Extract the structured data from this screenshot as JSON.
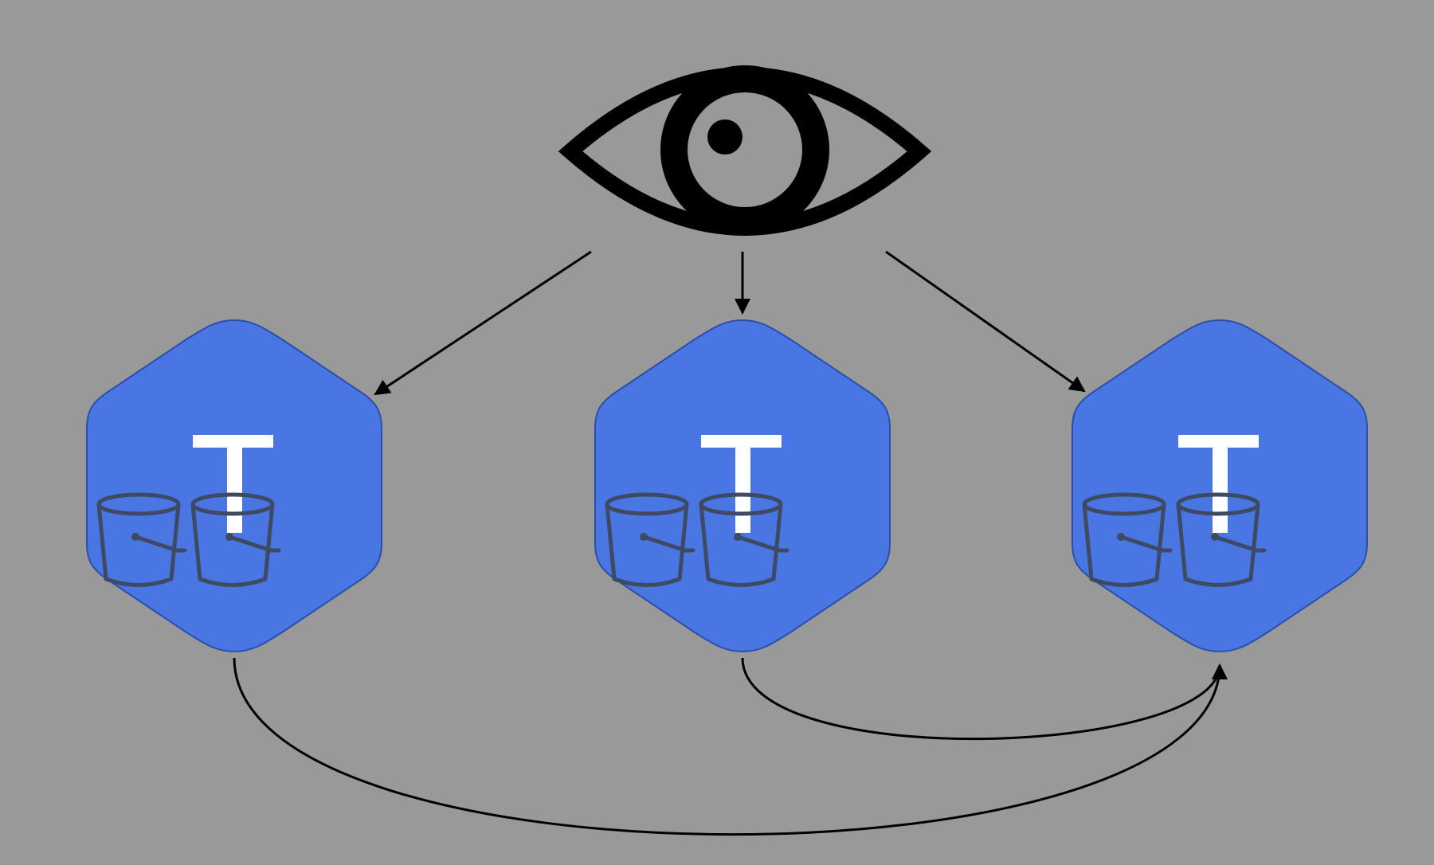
{
  "colors": {
    "background": "#999999",
    "node_fill": "#4a76e4",
    "node_stroke": "#2b4fa8",
    "eye": "#000000",
    "arrow": "#000000",
    "glyph": "#ffffff",
    "bucket": "#3e4a63"
  },
  "icons": {
    "observer": "eye-icon",
    "node_glyph": "t-glyph-icon",
    "storage": "bucket-icon"
  },
  "diagram": {
    "observer": {
      "id": "observer",
      "icon": "eye-icon"
    },
    "nodes": [
      {
        "id": "node-left",
        "glyph": "T",
        "buckets": 2
      },
      {
        "id": "node-center",
        "glyph": "T",
        "buckets": 2
      },
      {
        "id": "node-right",
        "glyph": "T",
        "buckets": 2
      }
    ],
    "edges": [
      {
        "from": "observer",
        "to": "node-left"
      },
      {
        "from": "observer",
        "to": "node-center"
      },
      {
        "from": "observer",
        "to": "node-right"
      },
      {
        "from": "node-center",
        "to": "node-right"
      },
      {
        "from": "node-left",
        "to": "node-right"
      }
    ]
  }
}
